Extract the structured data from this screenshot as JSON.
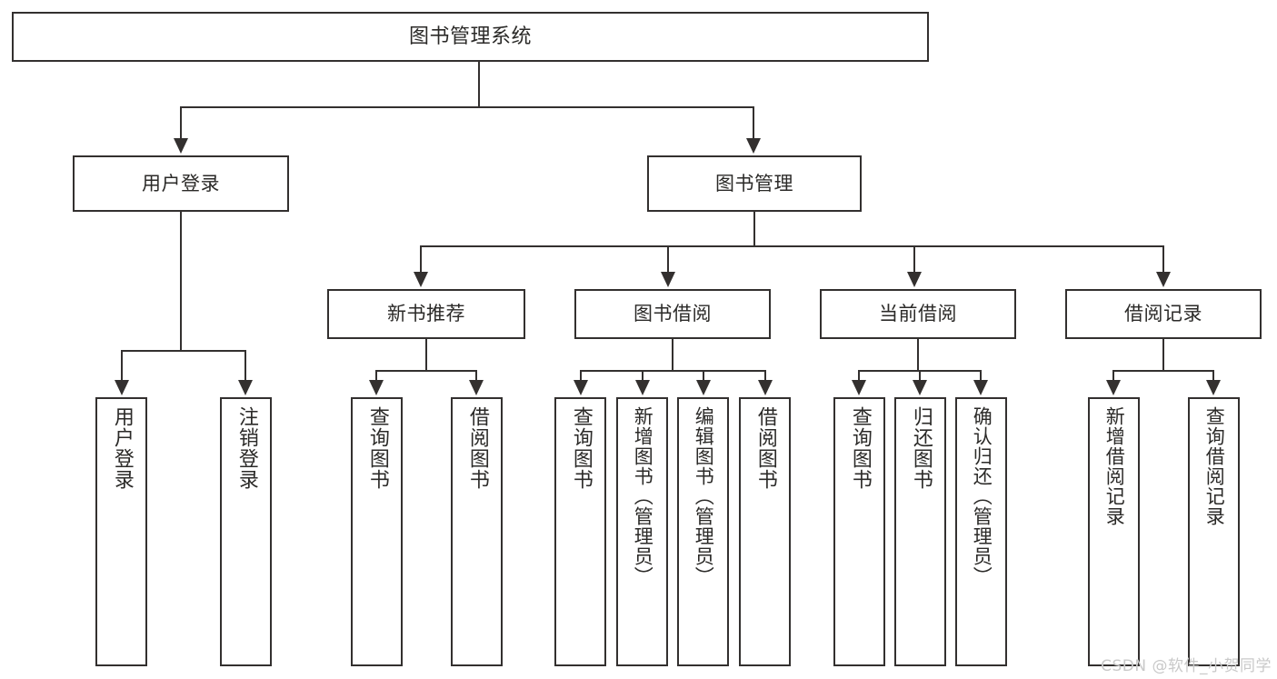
{
  "diagram": {
    "title": "图书管理系统",
    "watermark": "CSDN @软件_小贺同学",
    "colors": {
      "stroke": "#33302f",
      "background": "#ffffff",
      "text": "#2b2a28",
      "watermark": "#c9c9c9"
    },
    "levels": {
      "root": {
        "label": "图书管理系统"
      },
      "level1": [
        {
          "label": "用户登录"
        },
        {
          "label": "图书管理"
        }
      ],
      "level2": [
        {
          "label": "新书推荐"
        },
        {
          "label": "图书借阅"
        },
        {
          "label": "当前借阅"
        },
        {
          "label": "借阅记录"
        }
      ],
      "leaves": {
        "user_login": [
          {
            "label": "用户登录"
          },
          {
            "label": "注销登录"
          }
        ],
        "new_book_recommend": [
          {
            "label": "查询图书"
          },
          {
            "label": "借阅图书"
          }
        ],
        "book_borrow": [
          {
            "label": "查询图书"
          },
          {
            "label": "新增图书（管理员）"
          },
          {
            "label": "编辑图书（管理员）"
          },
          {
            "label": "借阅图书"
          }
        ],
        "current_borrow": [
          {
            "label": "查询图书"
          },
          {
            "label": "归还图书"
          },
          {
            "label": "确认归还（管理员）"
          }
        ],
        "borrow_record": [
          {
            "label": "新增借阅记录"
          },
          {
            "label": "查询借阅记录"
          }
        ]
      }
    }
  }
}
